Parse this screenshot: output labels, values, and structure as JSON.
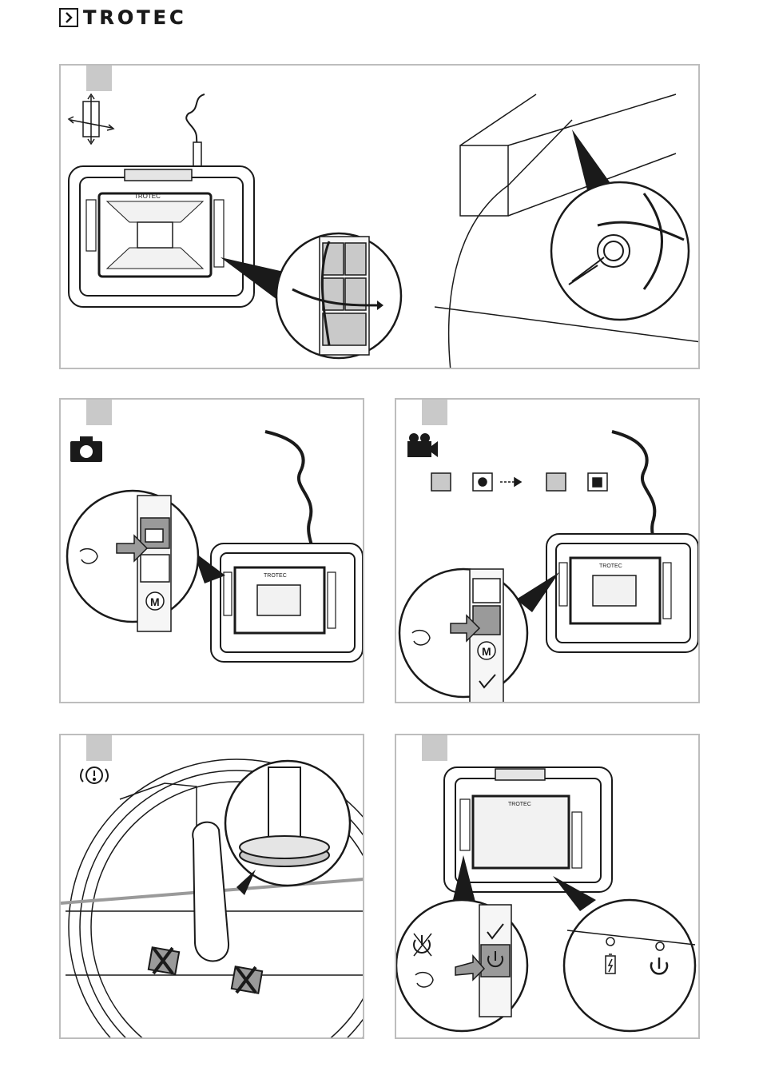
{
  "header": {
    "brand": "TROTEC"
  },
  "panels": [
    {
      "id": "step-1",
      "device_brand": "TROTEC"
    },
    {
      "id": "step-2",
      "device_brand": "TROTEC"
    },
    {
      "id": "step-3",
      "device_brand": "TROTEC"
    },
    {
      "id": "step-4"
    },
    {
      "id": "step-5",
      "device_brand": "TROTEC"
    }
  ],
  "icons": [
    "chevron-right-icon",
    "camera-icon",
    "video-camera-icon",
    "record-dot-icon",
    "stop-square-icon",
    "power-icon",
    "battery-charging-icon",
    "info-circle-icon",
    "hand-pointer-icon",
    "arrow-icon",
    "checkmark-icon",
    "mode-m-icon"
  ],
  "colors": {
    "panel_border": "#bdbdbd",
    "step_box": "#c9c9c9",
    "ink": "#1a1a1a",
    "highlight": "#9a9a9a"
  }
}
